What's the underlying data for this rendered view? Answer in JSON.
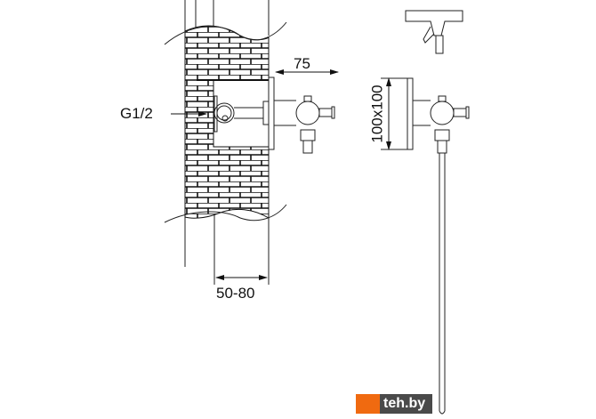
{
  "dimensions": {
    "thread": "G1/2",
    "projection": "75",
    "wall_depth": "50-80",
    "plate_size": "100x100"
  },
  "watermark": "teh.by",
  "colors": {
    "line": "#222222",
    "logo_orange": "#f06a10",
    "logo_gray": "#4a4a4a"
  }
}
